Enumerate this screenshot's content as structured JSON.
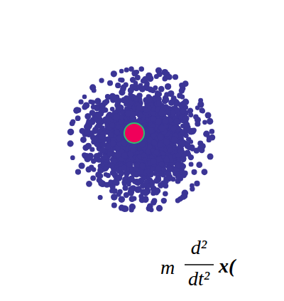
{
  "diagram": {
    "labels": [
      "m",
      "d²",
      "dt²",
      "x("
    ]
  }
}
